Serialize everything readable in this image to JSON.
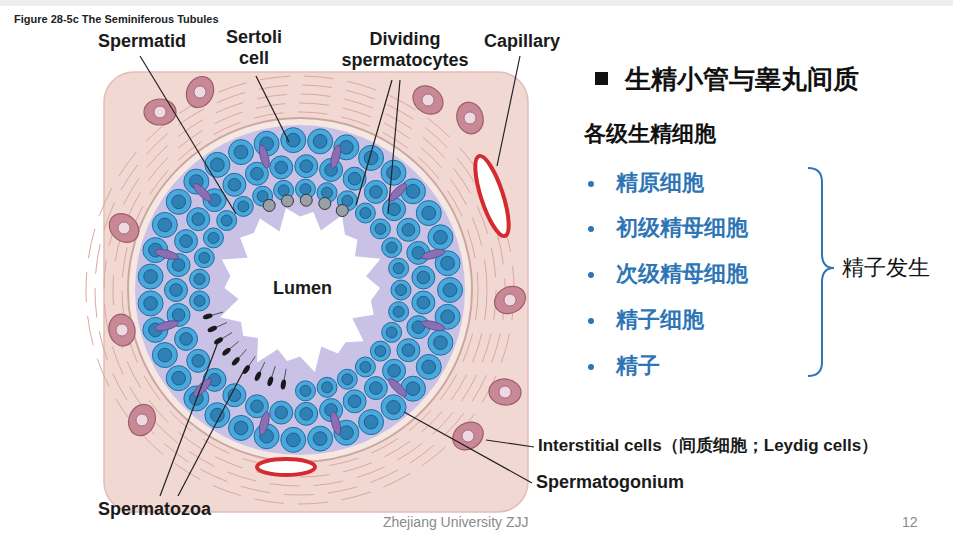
{
  "diagram": {
    "title": "生精小管与睾丸间质",
    "caption": "Figure 28-5c The Seminiferous Tubules",
    "labels": [
      "Spermatid",
      "Sertoli cell",
      "Dividing spermatocytes",
      "Capillary",
      "Lumen",
      "Interstitial cells（间质细胞；Leydig cells）",
      "Spermatogonium",
      "Spermatozoa",
      "各级生精细胞",
      "精原细胞",
      "初级精母细胞",
      "次级精母细胞",
      "精子细胞",
      "精子",
      "精子发生",
      "Zhejiang University ZJJ",
      "12"
    ]
  }
}
